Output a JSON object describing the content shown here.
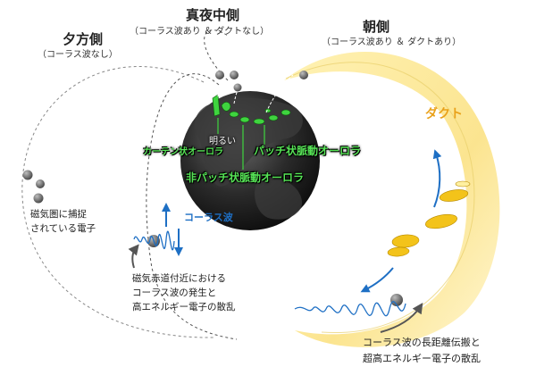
{
  "labels": {
    "dusk_title": "夕方側",
    "dusk_sub": "（コーラス波なし）",
    "midnight_title": "真夜中側",
    "midnight_sub": "（コーラス波あり ＆ ダクトなし）",
    "dawn_title": "朝側",
    "dawn_sub": "（コーラス波あり ＆ ダクトあり）",
    "duct": "ダクト",
    "bright": "明るい",
    "curtain": "カーテン状オーロラ",
    "patchy": "パッチ状脈動オーロラ",
    "nonpatchy": "非パッチ状脈動オーロラ",
    "chorus": "コーラス波",
    "trapped_line1": "磁気圏に捕捉",
    "trapped_line2": "されている電子",
    "equator_line1": "磁気赤道付近における",
    "equator_line2": "コーラス波の発生と",
    "equator_line3": "高エネルギー電子の散乱",
    "longrange_line1": "コーラス波の長距離伝搬と",
    "longrange_line2": "超高エネルギー電子の散乱"
  },
  "colors": {
    "duct_yellow": "#fbe79a",
    "duct_glow": "#fff7c8",
    "wave_blue": "#1e6fc4",
    "aurora_green": "#3fd43f",
    "earth_dark": "#1f1f1f",
    "electron_gray": "#7a7a7a"
  }
}
